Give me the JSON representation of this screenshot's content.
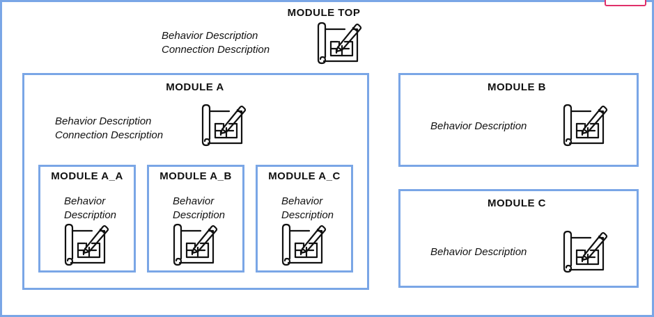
{
  "top": {
    "title": "MODULE TOP",
    "desc_line1": "Behavior Description",
    "desc_line2": "Connection Description"
  },
  "module_a": {
    "title": "MODULE A",
    "desc_line1": "Behavior Description",
    "desc_line2": "Connection Description"
  },
  "module_aa": {
    "title": "MODULE A_A",
    "desc_line1": "Behavior",
    "desc_line2": "Description"
  },
  "module_ab": {
    "title": "MODULE A_B",
    "desc_line1": "Behavior",
    "desc_line2": "Description"
  },
  "module_ac": {
    "title": "MODULE A_C",
    "desc_line1": "Behavior",
    "desc_line2": "Description"
  },
  "module_b": {
    "title": "MODULE B",
    "desc": "Behavior Description"
  },
  "module_c": {
    "title": "MODULE C",
    "desc": "Behavior Description"
  },
  "colors": {
    "border": "#7aa6e6",
    "tag": "#e0306a"
  },
  "icon": "blueprint-pencil-icon"
}
